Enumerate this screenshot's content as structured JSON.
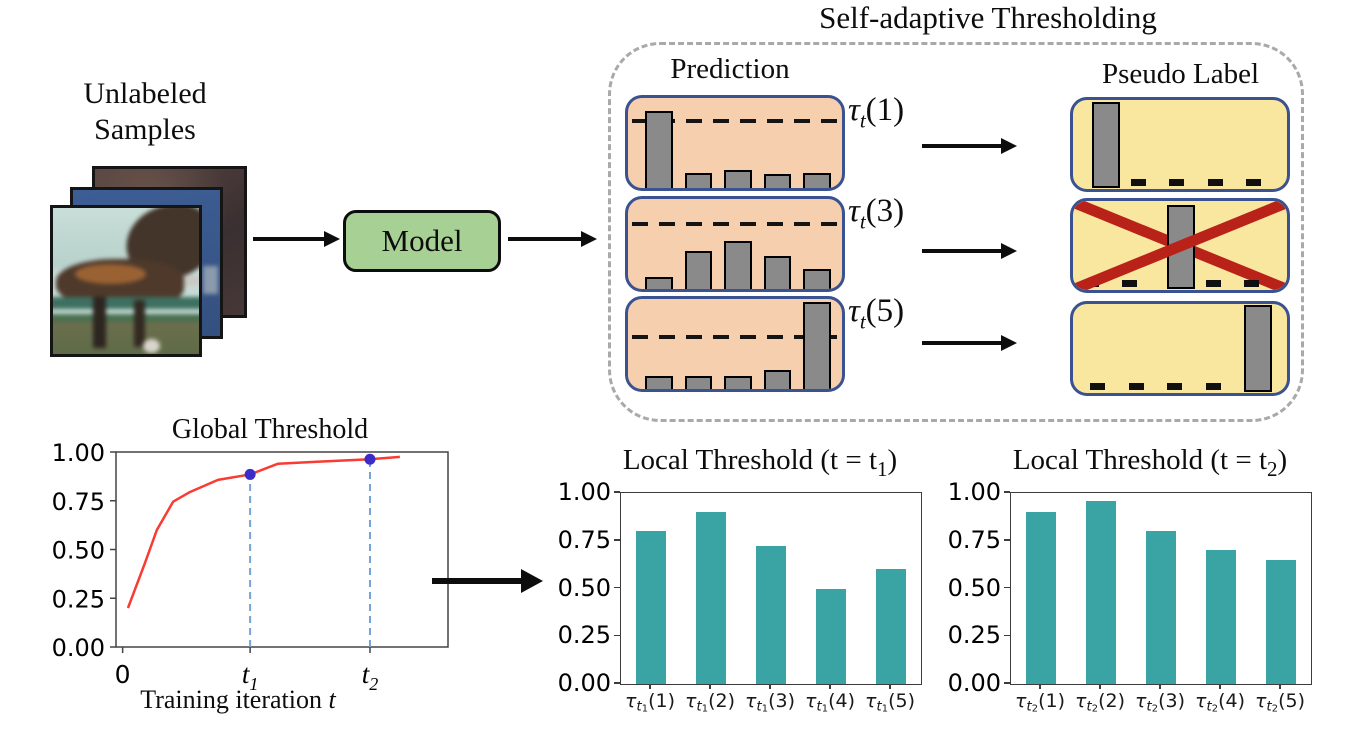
{
  "figure": {
    "unlabeled": {
      "line1": "Unlabeled",
      "line2": "Samples"
    },
    "model_label": "Model",
    "sat_title": "Self-adaptive Thresholding",
    "prediction_label": "Prediction",
    "pseudo_label": "Pseudo Label"
  },
  "colors": {
    "prediction_fill": "#f5cfae",
    "box_border_blue": "#3a5290",
    "pseudo_fill": "#fae79f",
    "hist_bar_fill": "#8a8a8a",
    "model_fill": "#a7d194",
    "dashed_container_gray": "#a9a9a9",
    "cross_red": "#b82219",
    "teal_bar": "#3aa3a3",
    "curve_red": "#f93b31",
    "marker_purple": "#3b2cc9",
    "vline_blue": "#74a3d4"
  },
  "sat": {
    "bar_lefts_pct": [
      8,
      26.5,
      45,
      63.5,
      82
    ],
    "bar_width_pct": 11,
    "rows": [
      {
        "label": {
          "base": "τ",
          "sub": "t",
          "arg": "(1)"
        },
        "threshold_top_pct": 23,
        "bars_pct": [
          83,
          14,
          18,
          13,
          14
        ],
        "pseudo": {
          "crossed": false,
          "bar_left_pct": 9,
          "bar_width_pct": 11,
          "bar_height_pct": 92,
          "dash_lefts_pct": [
            27,
            45,
            63,
            81
          ]
        }
      },
      {
        "label": {
          "base": "τ",
          "sub": "t",
          "arg": "(3)"
        },
        "threshold_top_pct": 26,
        "bars_pct": [
          11,
          40,
          51,
          35,
          20
        ],
        "pseudo": {
          "crossed": true,
          "bar_left_pct": 44,
          "bar_width_pct": 11,
          "bar_height_pct": 90,
          "dash_lefts_pct": [
            5,
            23,
            62,
            80
          ]
        }
      },
      {
        "label": {
          "base": "τ",
          "sub": "t",
          "arg": "(5)"
        },
        "threshold_top_pct": 40,
        "bars_pct": [
          12,
          12,
          12,
          19,
          95
        ],
        "pseudo": {
          "crossed": false,
          "bar_left_pct": 80,
          "bar_width_pct": 11,
          "bar_height_pct": 93,
          "dash_lefts_pct": [
            8,
            26,
            44,
            62
          ]
        }
      }
    ]
  },
  "chart_data": [
    {
      "type": "line",
      "title": "Global Threshold",
      "xlabel_pre": "Training iteration ",
      "xlabel_var": "t",
      "ylim": [
        0,
        1
      ],
      "yticks": [
        0,
        0.25,
        0.5,
        0.75,
        1.0
      ],
      "ytick_labels": [
        "0.00",
        "0.25",
        "0.50",
        "0.75",
        "1.00"
      ],
      "xticks": [
        {
          "label": "0",
          "sub": "",
          "frac": 0.02,
          "italic": false
        },
        {
          "label": "t",
          "sub": "1",
          "frac": 0.404,
          "italic": true
        },
        {
          "label": "t",
          "sub": "2",
          "frac": 0.765,
          "italic": true
        }
      ],
      "points": [
        [
          0.036,
          0.2
        ],
        [
          0.087,
          0.43
        ],
        [
          0.123,
          0.6
        ],
        [
          0.172,
          0.745
        ],
        [
          0.223,
          0.795
        ],
        [
          0.307,
          0.857
        ],
        [
          0.404,
          0.885
        ],
        [
          0.488,
          0.94
        ],
        [
          0.605,
          0.95
        ],
        [
          0.765,
          0.963
        ],
        [
          0.855,
          0.975
        ]
      ],
      "markers": [
        [
          0.404,
          0.885
        ],
        [
          0.765,
          0.963
        ]
      ],
      "grid": false,
      "legend": "none"
    },
    {
      "type": "bar",
      "title": {
        "pre": "Local Threshold (t = t",
        "sub": "1",
        "post": ")"
      },
      "ylim": [
        0,
        1
      ],
      "yticks": [
        0,
        0.25,
        0.5,
        0.75,
        1.0
      ],
      "ytick_labels": [
        "0.00",
        "0.25",
        "0.50",
        "0.75",
        "1.00"
      ],
      "categories": [
        {
          "base": "τ",
          "sub": "t",
          "subsub": "1",
          "arg": "(1)"
        },
        {
          "base": "τ",
          "sub": "t",
          "subsub": "1",
          "arg": "(2)"
        },
        {
          "base": "τ",
          "sub": "t",
          "subsub": "1",
          "arg": "(3)"
        },
        {
          "base": "τ",
          "sub": "t",
          "subsub": "1",
          "arg": "(4)"
        },
        {
          "base": "τ",
          "sub": "t",
          "subsub": "1",
          "arg": "(5)"
        }
      ],
      "values": [
        0.8,
        0.9,
        0.72,
        0.5,
        0.6
      ],
      "grid": false,
      "legend": "none"
    },
    {
      "type": "bar",
      "title": {
        "pre": "Local Threshold (t = t",
        "sub": "2",
        "post": ")"
      },
      "ylim": [
        0,
        1
      ],
      "yticks": [
        0,
        0.25,
        0.5,
        0.75,
        1.0
      ],
      "ytick_labels": [
        "0.00",
        "0.25",
        "0.50",
        "0.75",
        "1.00"
      ],
      "categories": [
        {
          "base": "τ",
          "sub": "t",
          "subsub": "2",
          "arg": "(1)"
        },
        {
          "base": "τ",
          "sub": "t",
          "subsub": "2",
          "arg": "(2)"
        },
        {
          "base": "τ",
          "sub": "t",
          "subsub": "2",
          "arg": "(3)"
        },
        {
          "base": "τ",
          "sub": "t",
          "subsub": "2",
          "arg": "(4)"
        },
        {
          "base": "τ",
          "sub": "t",
          "subsub": "2",
          "arg": "(5)"
        }
      ],
      "values": [
        0.9,
        0.96,
        0.8,
        0.7,
        0.65
      ],
      "grid": false,
      "legend": "none"
    }
  ]
}
